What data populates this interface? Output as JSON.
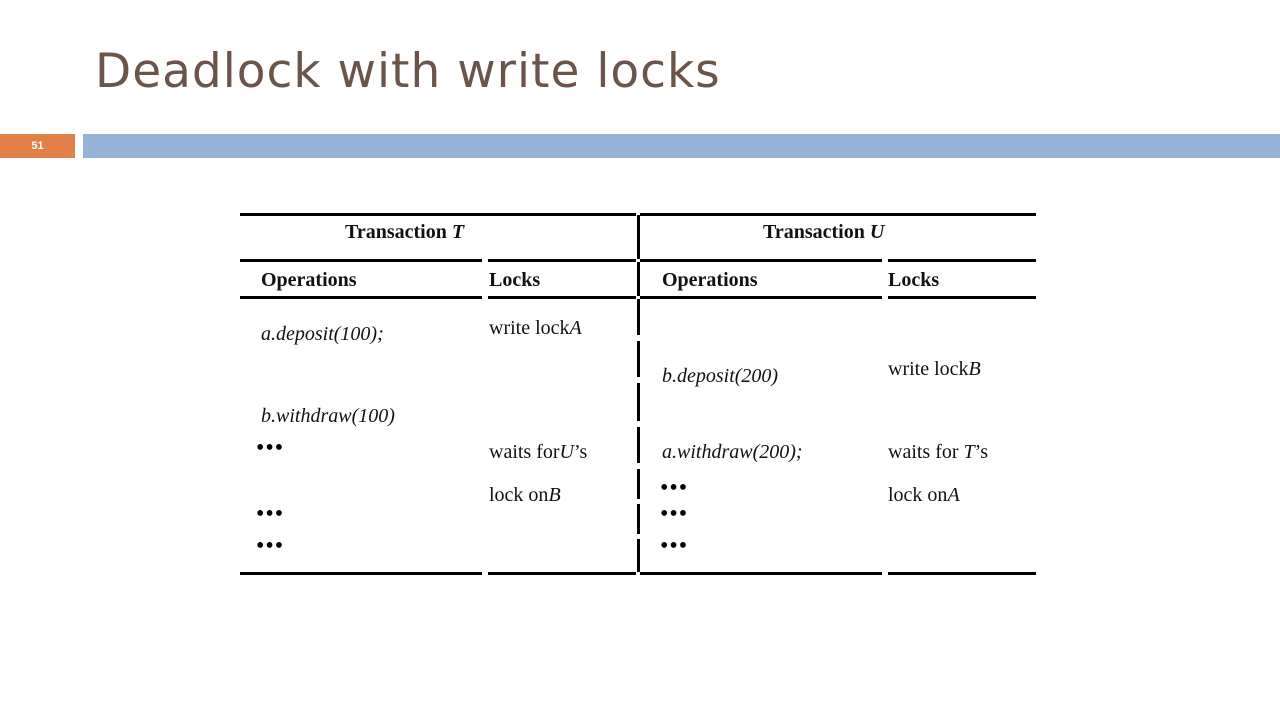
{
  "title": "Deadlock with write locks",
  "slide_number": "51",
  "colors": {
    "title": "#6b5449",
    "number_box": "#e07f46",
    "accent_bar": "#95b3d6"
  },
  "table": {
    "headers": {
      "transaction_t": {
        "label": "Transaction ",
        "var": "T"
      },
      "transaction_u": {
        "label": "Transaction ",
        "var": "U"
      },
      "operations": "Operations",
      "locks": "Locks"
    },
    "t_ops": {
      "deposit_a": "a.deposit(100);",
      "withdraw_b": "b.withdraw(100)"
    },
    "t_locks": {
      "write_lock_a": {
        "text": "write lock",
        "var": "A"
      },
      "waits_line1": {
        "pre": "waits for",
        "var": "U",
        "post": "’s"
      },
      "waits_line2": {
        "text": "lock on",
        "var": "B"
      }
    },
    "u_ops": {
      "deposit_b": "b.deposit(200)",
      "withdraw_a": "a.withdraw(200);"
    },
    "u_locks": {
      "write_lock_b": {
        "text": "write lock",
        "var": "B"
      },
      "waits_line1": {
        "pre": "waits for ",
        "var": "T",
        "post": "’s"
      },
      "waits_line2": {
        "text": "lock on",
        "var": "A"
      }
    },
    "ellipsis": "•••"
  }
}
